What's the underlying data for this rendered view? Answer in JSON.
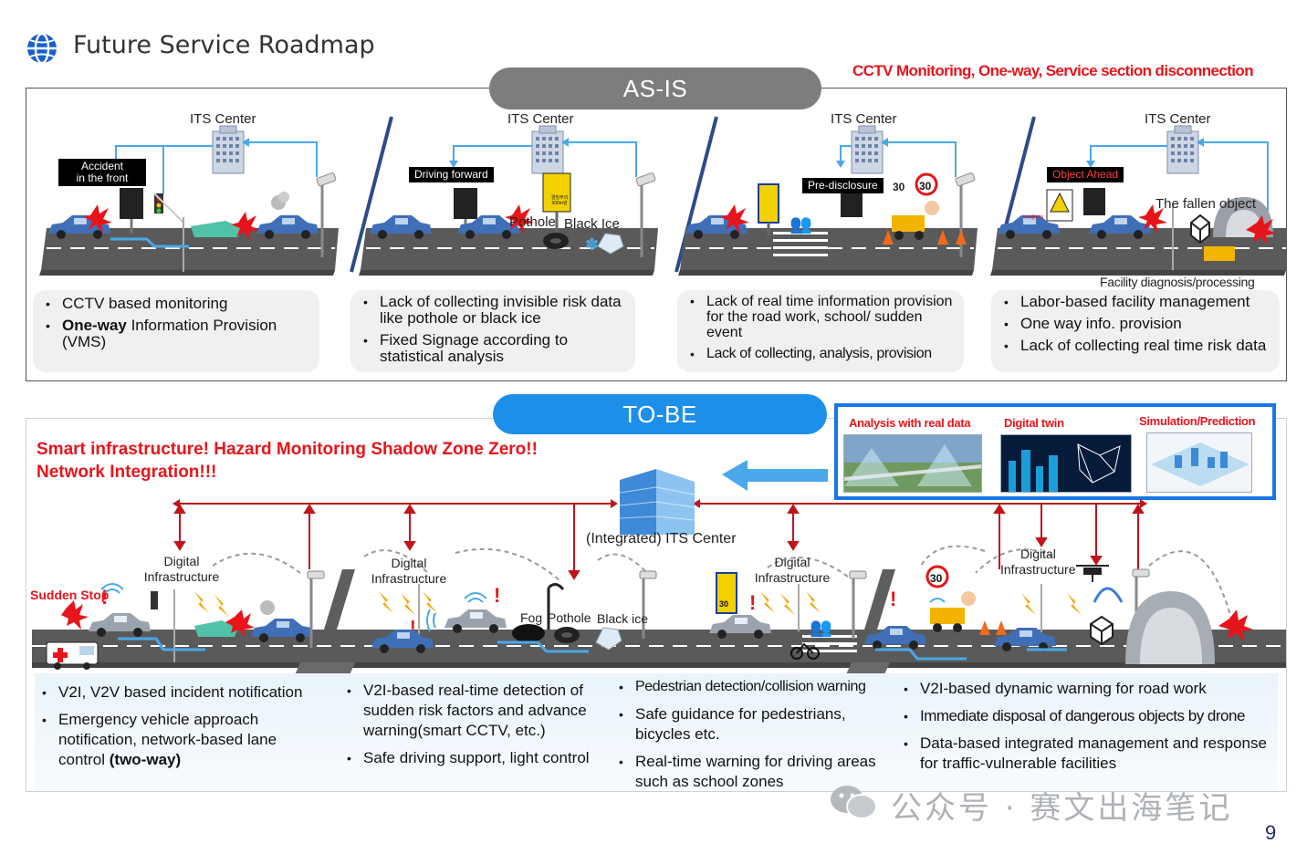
{
  "header": {
    "title": "Future Service Roadmap"
  },
  "asis": {
    "label": "AS-IS",
    "tag": "CCTV Monitoring, One-way, Service section disconnection",
    "its_center": "ITS Center",
    "scenes": [
      {
        "label_lines": [
          "Accident",
          "in the front"
        ],
        "bullets": [
          {
            "text": "CCTV based monitoring"
          },
          {
            "bold": "One-way",
            "text": " Information Provision (VMS)"
          }
        ]
      },
      {
        "label_lines": [
          "Driving forward"
        ],
        "sign_lines": [
          "결빙주의",
          "500m앞"
        ],
        "extras": [
          "Pothole",
          "Black Ice"
        ],
        "bullets": [
          {
            "text": "Lack of collecting invisible risk data like pothole or black ice"
          },
          {
            "text": "Fixed Signage according to statistical analysis"
          }
        ]
      },
      {
        "label_lines": [
          "Pre-disclosure"
        ],
        "speed": "30",
        "bullets": [
          {
            "text": "Lack of real time information provision for the road work, school/ sudden event"
          },
          {
            "text": "Lack of collecting, analysis, provision"
          }
        ]
      },
      {
        "label_lines": [
          "Object Ahead"
        ],
        "sign_lines": [
          "낙하물주의"
        ],
        "extras": [
          "The fallen object",
          "Facility diagnosis/processing"
        ],
        "bullets": [
          {
            "text": "Labor-based facility management"
          },
          {
            "text": "One way info. provision"
          },
          {
            "text": "Lack of collecting real time risk data"
          }
        ]
      }
    ]
  },
  "tobe": {
    "label": "TO-BE",
    "headline_1": "Smart infrastructure! Hazard Monitoring Shadow Zone Zero!!",
    "headline_2": "Network Integration!!!",
    "panel": {
      "items": [
        "Analysis  with real data",
        "Digital  twin",
        "Simulation/Prediction"
      ]
    },
    "center_label": "(Integrated) ITS Center",
    "digital_infra": "Digital Infrastructure",
    "digital_infra_short": "Digital",
    "digital_infra_suffix": "Infrastructure",
    "sudden_stop": "Sudden Stop",
    "fog": "Fog",
    "pothole": "Pothole",
    "black_ice": "Black ice",
    "speed": "30",
    "columns": [
      [
        {
          "text": "V2I, V2V based incident notification"
        },
        {
          "text": "Emergency vehicle approach notification, network-based lane control ",
          "bold": "(two-way)"
        }
      ],
      [
        {
          "text": "V2I-based real-time detection of sudden risk factors and advance warning(smart CCTV, etc.)"
        },
        {
          "text": "Safe driving support, light control"
        }
      ],
      [
        {
          "text": "Pedestrian detection/collision warning"
        },
        {
          "text": "Safe guidance for pedestrians, bicycles etc."
        },
        {
          "text": "Real-time warning for driving areas such as school zones"
        }
      ],
      [
        {
          "text": "V2I-based dynamic warning for road work"
        },
        {
          "text": "Immediate disposal of dangerous objects by drone"
        },
        {
          "text": "Data-based integrated management and response for traffic-vulnerable facilities"
        }
      ]
    ]
  },
  "footer": {
    "watermark": "公众号 · 赛文出海笔记",
    "page": "9"
  },
  "colors": {
    "asis_pill": "#7d7d7d",
    "tobe_pill": "#1d8fe8",
    "red": "#e8141b",
    "arrow_blue": "#4aa8ea",
    "link_red": "#c0141b"
  },
  "icons": [
    "globe-icon",
    "building-icon",
    "cctv-icon",
    "car-icon",
    "crash-icon",
    "vms-sign-icon",
    "traffic-light-icon",
    "drone-icon",
    "wechat-icon"
  ]
}
